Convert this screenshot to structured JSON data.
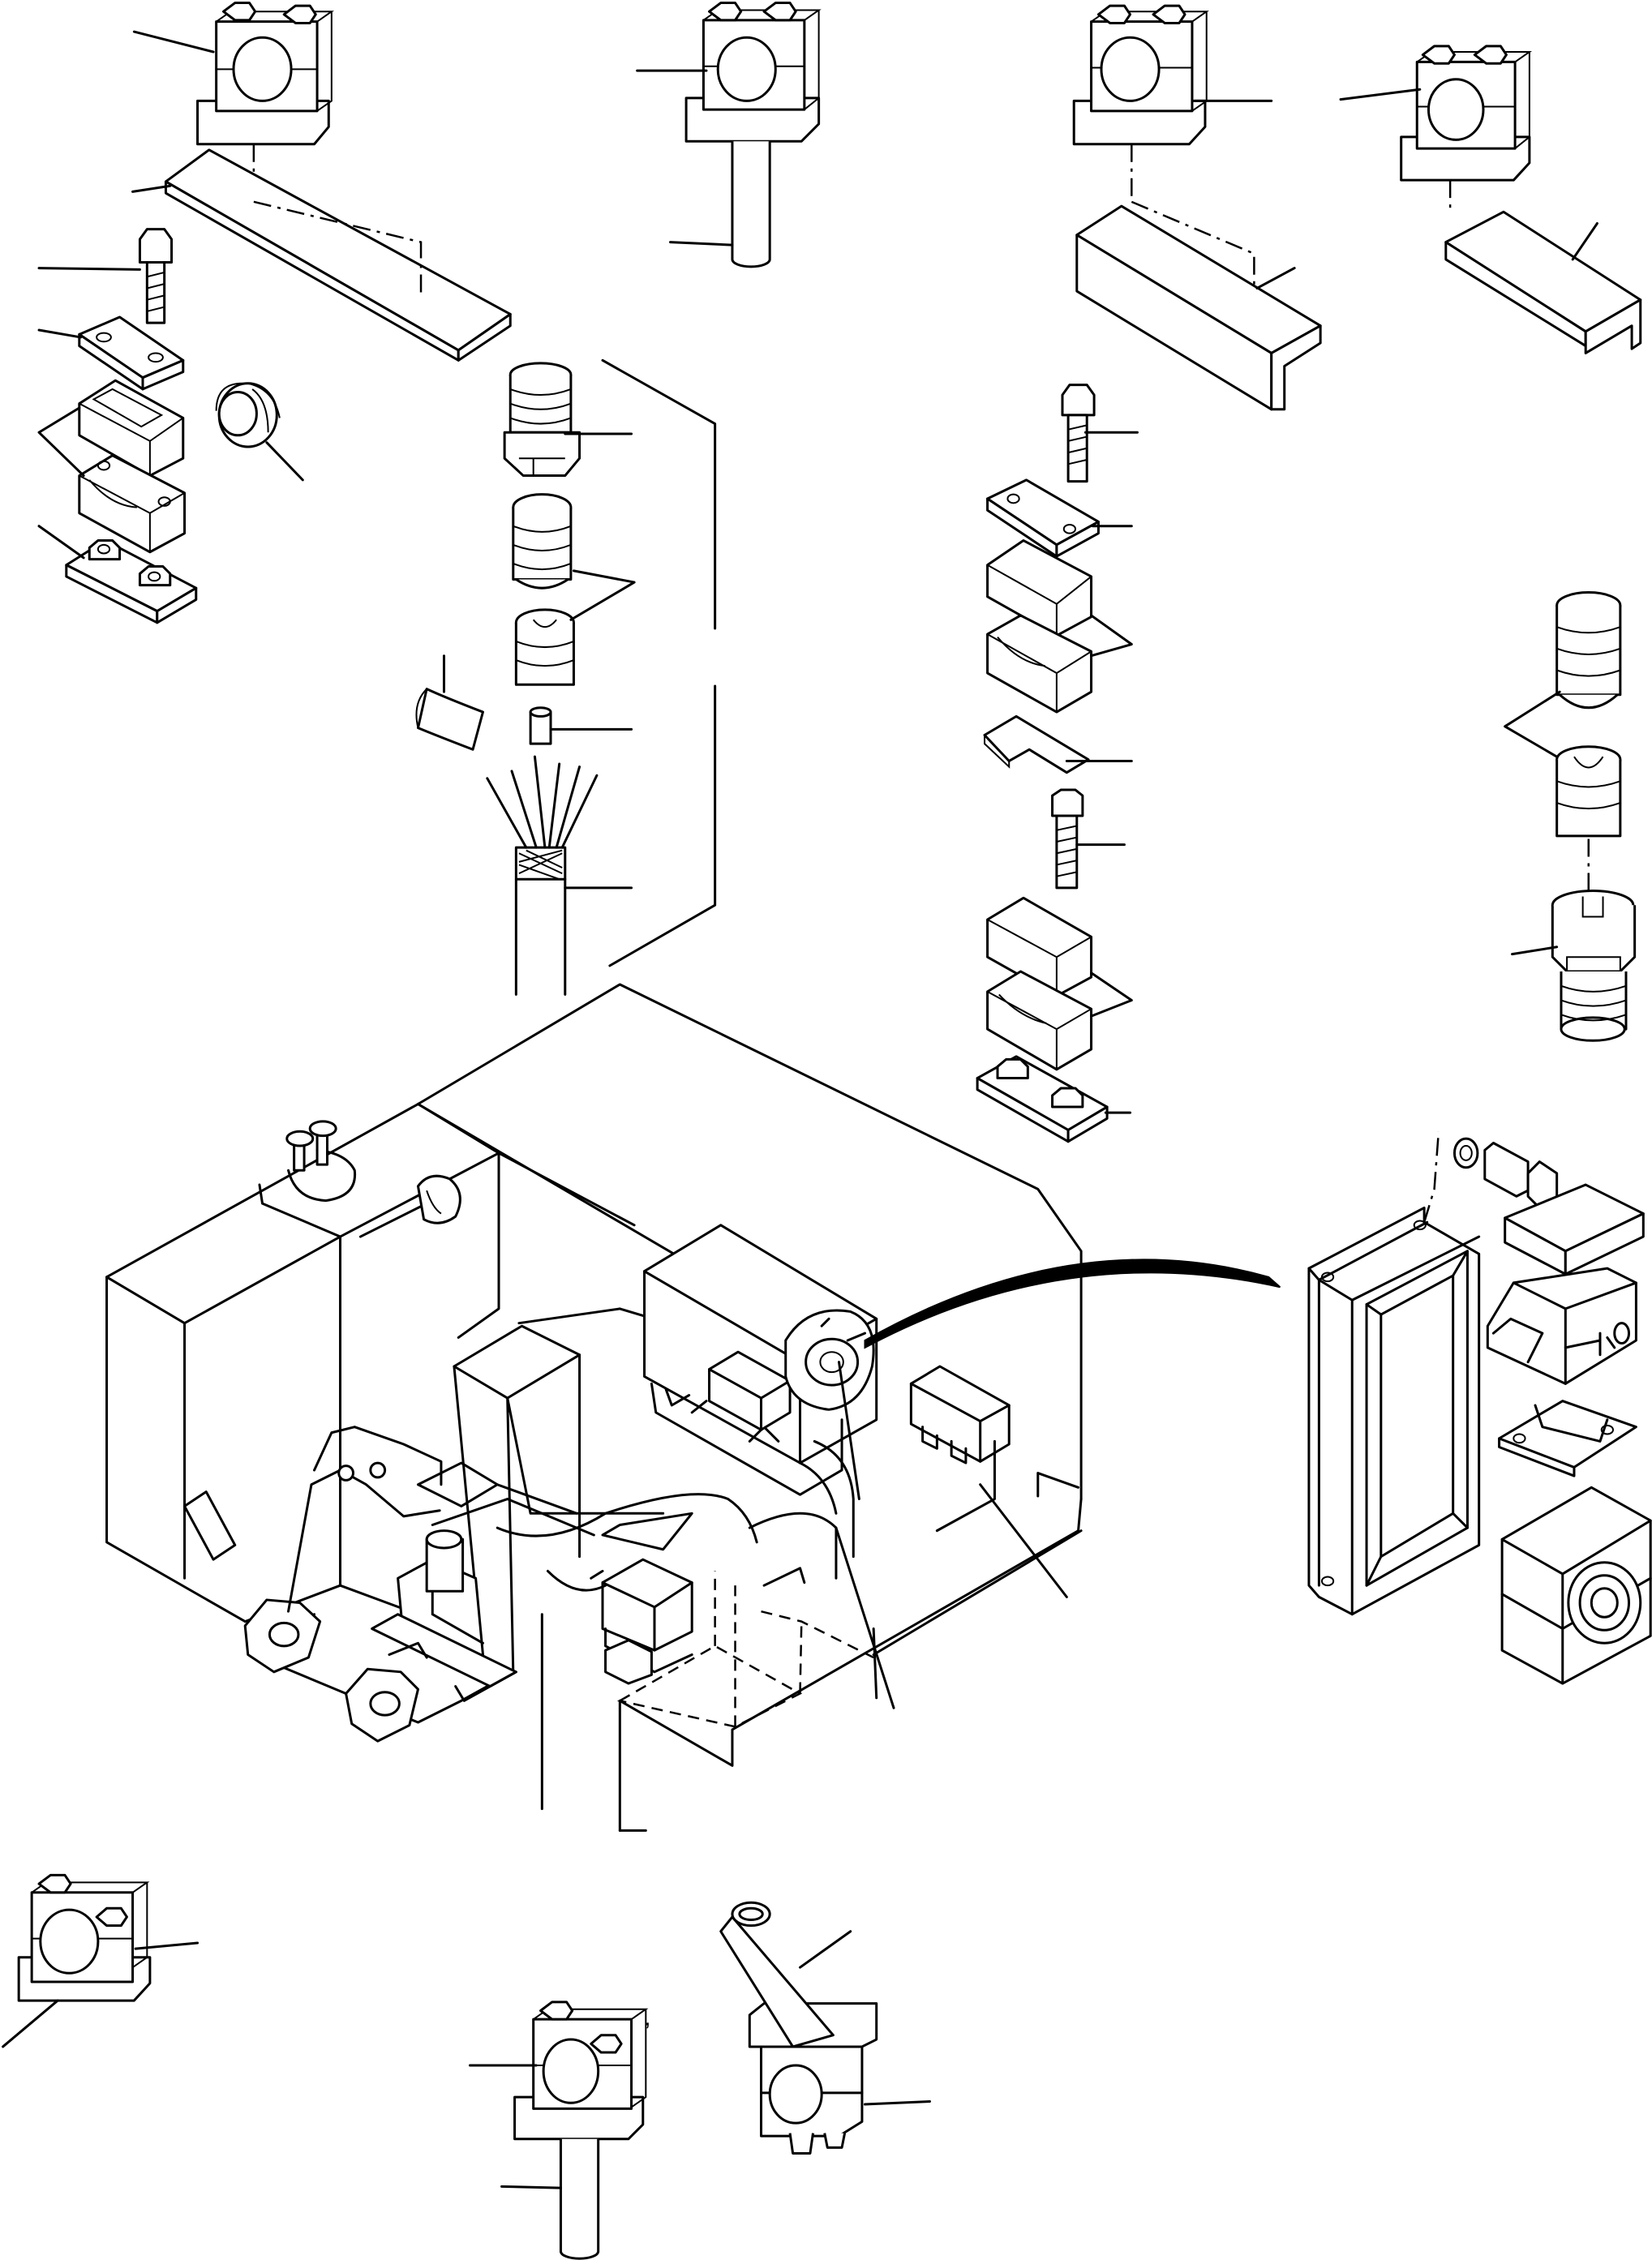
{
  "figure": {
    "kind": "exploded parts drawing",
    "marks": [
      ","
    ],
    "colors": {
      "line": "#000000",
      "paper": "#ffffff"
    },
    "parts": [
      "pipe-clamp-top-left",
      "mounting-strip",
      "hex-bolt",
      "cover-plate",
      "clamp-jaw-pair",
      "weld-plate",
      "rubber-grommet",
      "pipe-clamp-with-pipe-top",
      "cable-gland-body",
      "seal-insert-pair",
      "cable-end-sleeve",
      "multi-core-cable",
      "hose-sleeve",
      "pipe-clamp-top-right-1",
      "angle-bracket-1",
      "pipe-clamp-top-right-2",
      "angle-bracket-2",
      "twin-clamp-stack",
      "seal-insert-pair-right",
      "cable-gland-right",
      "frame-assembly",
      "junction-box",
      "junction-box-internals",
      "pipe-clamp-bottom-left",
      "pipe-clamp-with-pipe-bottom",
      "angled-pipe-clamp"
    ],
    "icons": [
      "junction-box-icon",
      "cable-gland-icon",
      "bolt-icon",
      "clamp-icon"
    ]
  }
}
